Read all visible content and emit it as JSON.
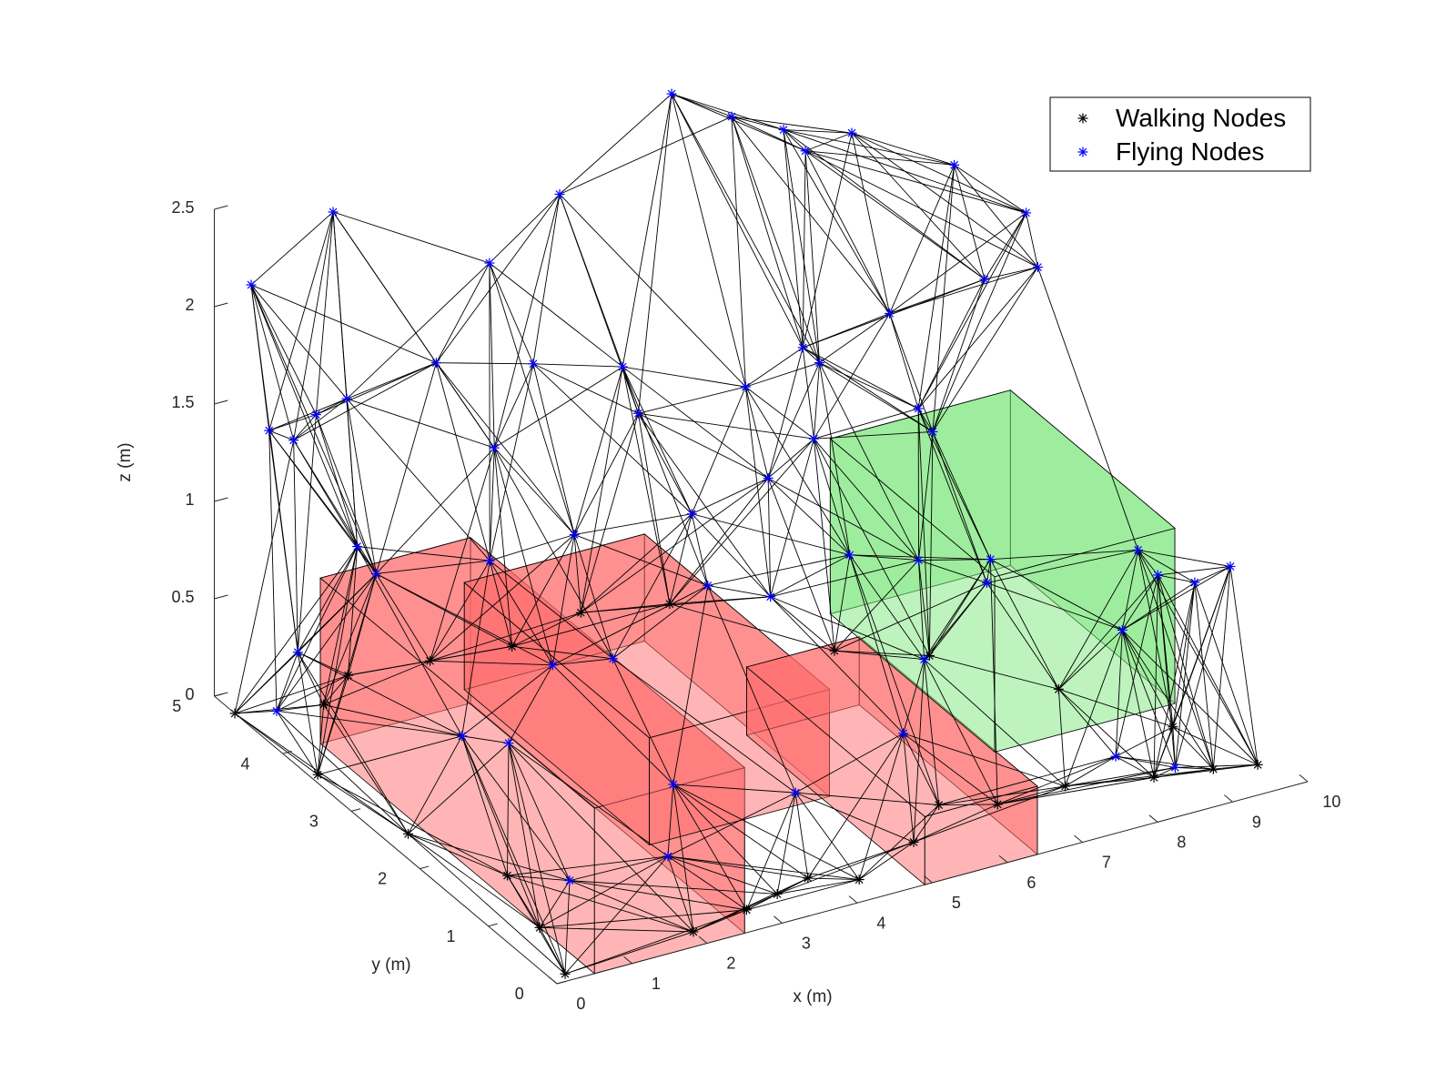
{
  "chart_data": {
    "type": "scatter",
    "title": "",
    "xlabel": "x (m)",
    "ylabel": "y (m)",
    "zlabel": "z (m)",
    "xlim": [
      0,
      10
    ],
    "ylim": [
      0,
      5
    ],
    "zlim": [
      0,
      2.5
    ],
    "x_ticks": [
      "0",
      "1",
      "2",
      "3",
      "4",
      "5",
      "6",
      "7",
      "8",
      "9",
      "10"
    ],
    "y_ticks": [
      "0",
      "1",
      "2",
      "3",
      "4",
      "5"
    ],
    "z_ticks": [
      "0",
      "0.5",
      "1",
      "1.5",
      "2",
      "2.5"
    ],
    "grid": false,
    "legend": {
      "position": "top-right",
      "entries": [
        "Walking Nodes",
        "Flying Nodes"
      ]
    },
    "colors": {
      "walking": "#000000",
      "flying": "#0000ff",
      "edges": "#000000",
      "obstacle_red": "#ff6b6b",
      "obstacle_green": "#7ee87e"
    },
    "obstacles": [
      {
        "color": "red",
        "x": [
          0.5,
          2.5
        ],
        "y": [
          0,
          4.0
        ],
        "z": [
          0,
          0.85
        ]
      },
      {
        "color": "red",
        "x": [
          2.6,
          5.0
        ],
        "y": [
          1.5,
          4.2
        ],
        "z": [
          0,
          0.55
        ]
      },
      {
        "color": "red",
        "x": [
          4.9,
          6.4
        ],
        "y": [
          0,
          2.6
        ],
        "z": [
          0,
          0.35
        ]
      },
      {
        "color": "green",
        "x": [
          7.2,
          9.6
        ],
        "y": [
          1.5,
          3.9
        ],
        "z": [
          0,
          0.9
        ]
      }
    ],
    "series": [
      {
        "name": "Walking Nodes",
        "marker": "*",
        "points": [
          [
            0.2,
            0.1,
            0
          ],
          [
            0.5,
            0.8,
            0
          ],
          [
            0.8,
            1.6,
            0
          ],
          [
            0.3,
            2.5,
            0
          ],
          [
            0.1,
            3.6,
            0
          ],
          [
            0.0,
            4.7,
            0
          ],
          [
            2.0,
            0.2,
            0
          ],
          [
            2.8,
            0.3,
            0
          ],
          [
            3.3,
            0.4,
            0
          ],
          [
            3.8,
            0.5,
            0
          ],
          [
            4.3,
            0.3,
            0
          ],
          [
            5.3,
            0.6,
            0
          ],
          [
            6.0,
            1.0,
            0
          ],
          [
            6.6,
            0.8,
            0
          ],
          [
            7.5,
            0.8,
            0
          ],
          [
            8.5,
            0.6,
            0
          ],
          [
            9.2,
            0.5,
            0
          ],
          [
            9.7,
            0.4,
            0
          ],
          [
            9.3,
            1.2,
            0
          ],
          [
            8.6,
            2.1,
            0
          ],
          [
            7.7,
            3.0,
            0
          ],
          [
            6.8,
            3.4,
            0
          ],
          [
            5.7,
            4.6,
            0
          ],
          [
            4.7,
            4.8,
            0
          ],
          [
            3.6,
            4.6,
            0
          ],
          [
            2.6,
            4.7,
            0
          ],
          [
            1.6,
            4.8,
            0
          ],
          [
            1.0,
            4.5,
            0
          ]
        ]
      },
      {
        "name": "Flying Nodes",
        "marker": "*",
        "points": [
          [
            0.0,
            4.2,
            1.6
          ],
          [
            0.4,
            4.9,
            2.1
          ],
          [
            1.4,
            4.8,
            2.4
          ],
          [
            3.3,
            4.6,
            2.0
          ],
          [
            4.6,
            5.0,
            2.1
          ],
          [
            6.0,
            4.9,
            2.5
          ],
          [
            6.8,
            4.9,
            2.3
          ],
          [
            7.4,
            4.8,
            2.2
          ],
          [
            7.6,
            4.7,
            2.1
          ],
          [
            8.4,
            4.9,
            2.05
          ],
          [
            9.4,
            4.5,
            1.9
          ],
          [
            9.9,
            4.0,
            1.75
          ],
          [
            9.6,
            3.5,
            1.65
          ],
          [
            8.8,
            3.4,
            1.7
          ],
          [
            7.9,
            3.8,
            1.5
          ],
          [
            6.6,
            3.4,
            1.5
          ],
          [
            5.8,
            3.6,
            1.4
          ],
          [
            4.8,
            4.3,
            1.4
          ],
          [
            3.7,
            4.4,
            1.5
          ],
          [
            2.5,
            4.5,
            1.6
          ],
          [
            1.4,
            4.6,
            1.5
          ],
          [
            0.9,
            4.5,
            1.5
          ],
          [
            0.6,
            4.5,
            1.4
          ],
          [
            0.9,
            3.9,
            1.0
          ],
          [
            0.2,
            4.0,
            0.5
          ],
          [
            2.3,
            3.5,
            0.9
          ],
          [
            3.7,
            3.8,
            0.8
          ],
          [
            4.9,
            3.4,
            0.9
          ],
          [
            6.1,
            3.6,
            0.9
          ],
          [
            6.8,
            3.7,
            1.0
          ],
          [
            8.1,
            3.6,
            1.05
          ],
          [
            8.2,
            3.5,
            0.95
          ],
          [
            9.1,
            1.2,
            0.8
          ],
          [
            9.2,
            1.6,
            0.8
          ],
          [
            9.7,
            0.8,
            0.9
          ],
          [
            9.5,
            1.1,
            0.75
          ],
          [
            8.9,
            1.5,
            0.45
          ],
          [
            7.6,
            2.0,
            0.8
          ],
          [
            7.1,
            2.5,
            0.7
          ],
          [
            6.0,
            2.3,
            0.9
          ],
          [
            5.4,
            2.8,
            0.6
          ],
          [
            4.2,
            2.4,
            0.9
          ],
          [
            3.3,
            2.8,
            0.5
          ],
          [
            2.5,
            2.8,
            0.55
          ],
          [
            1.2,
            2.7,
            0.35
          ],
          [
            1.0,
            1.8,
            0.6
          ],
          [
            0.9,
            0.8,
            0.2
          ],
          [
            2.3,
            0.9,
            0.15
          ],
          [
            4.0,
            0.9,
            0.3
          ],
          [
            5.8,
            1.3,
            0.3
          ],
          [
            7.9,
            0.5,
            0.2
          ],
          [
            8.6,
            0.4,
            0.1
          ],
          [
            0.1,
            4.2,
            0.15
          ],
          [
            1.7,
            4.5,
            0.6
          ],
          [
            3.1,
            1.7,
            0.2
          ],
          [
            6.9,
            2.2,
            0.3
          ],
          [
            8.1,
            2.6,
            0.45
          ],
          [
            5.1,
            4.4,
            1.1
          ],
          [
            7.2,
            4.3,
            1.25
          ],
          [
            3.0,
            4.2,
            1.2
          ]
        ]
      }
    ]
  }
}
